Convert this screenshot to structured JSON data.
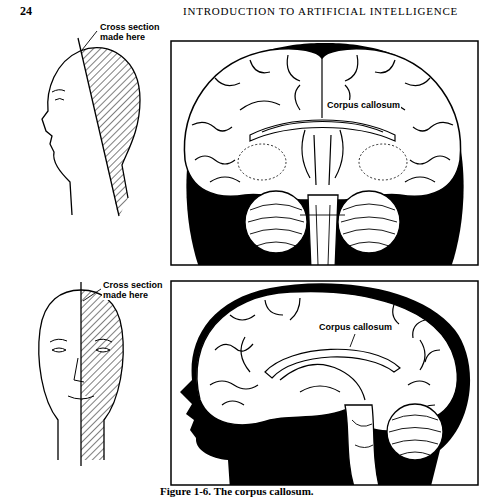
{
  "diagram": {
    "title": "INTRODUCTION TO ARTIFICIAL INTELLIGENCE",
    "caption": "Figure 1-6. The corpus callosum.",
    "labels": [
      "24",
      "Cross section made here",
      "Corpus callosum",
      "Cross section made here",
      "Corpus callosum"
    ]
  }
}
